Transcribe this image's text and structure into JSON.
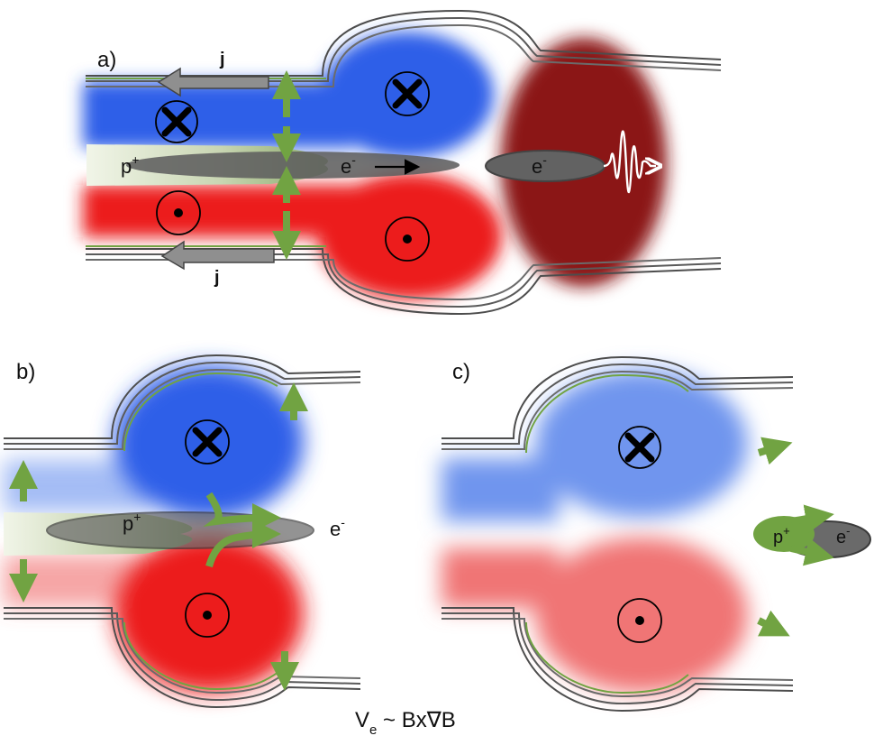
{
  "panels": {
    "a": {
      "label": "a)",
      "current_top": "j",
      "current_bottom": "j",
      "proton": "p",
      "proton_sup": "+",
      "electron": "e",
      "electron_sup": "-",
      "electron2": "e",
      "electron2_sup": "-"
    },
    "b": {
      "label": "b)",
      "proton": "p",
      "proton_sup": "+",
      "electron": "e",
      "electron_sup": "-"
    },
    "c": {
      "label": "c)",
      "proton": "p",
      "proton_sup": "+",
      "electron": "e",
      "electron_sup": "-"
    }
  },
  "formula": {
    "v": "V",
    "sub": "e",
    "rest": " ~ Bx∇B"
  },
  "colors": {
    "field_into": "#2f5fe8",
    "field_out": "#ec1a1a",
    "field_into_faint": "#6f95ee",
    "field_out_faint": "#f07474",
    "wave_region": "#8b1414",
    "drift_arrow": "#71a342",
    "electron_sheet": "#606060",
    "current_arrow": "#8f8f8f"
  },
  "symbols": {
    "into_page": "cross-in-circle-icon",
    "out_of_page": "dot-in-circle-icon"
  }
}
